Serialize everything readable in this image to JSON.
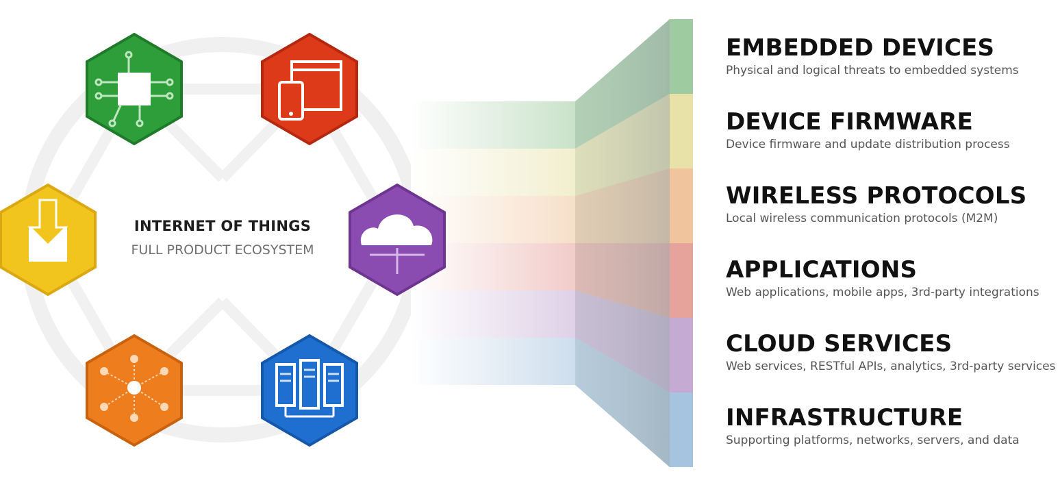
{
  "ecosystem": {
    "title": "INTERNET OF THINGS",
    "subtitle": "FULL PRODUCT ECOSYSTEM",
    "icons": [
      {
        "name": "chip-icon",
        "color": "#2e9e3a"
      },
      {
        "name": "devices-icon",
        "color": "#dd3a1a"
      },
      {
        "name": "download-chip-icon",
        "color": "#f2c41e"
      },
      {
        "name": "cloud-icon",
        "color": "#8a4cb0"
      },
      {
        "name": "network-icon",
        "color": "#ee7d1d"
      },
      {
        "name": "servers-icon",
        "color": "#1f6fd0"
      }
    ]
  },
  "layers": [
    {
      "title": "EMBEDDED DEVICES",
      "desc": "Physical and logical threats to embedded systems",
      "color": "#9ecb9f"
    },
    {
      "title": "DEVICE FIRMWARE",
      "desc": "Device firmware and update distribution process",
      "color": "#e8e2a8"
    },
    {
      "title": "WIRELESS PROTOCOLS",
      "desc": "Local wireless communication protocols (M2M)",
      "color": "#f0c49c"
    },
    {
      "title": "APPLICATIONS",
      "desc": "Web applications, mobile apps, 3rd-party integrations",
      "color": "#e6a39c"
    },
    {
      "title": "CLOUD SERVICES",
      "desc": "Web services, RESTful APIs, analytics, 3rd-party services",
      "color": "#c5abd4"
    },
    {
      "title": "INFRASTRUCTURE",
      "desc": "Supporting platforms, networks, servers, and data",
      "color": "#a6c3df"
    }
  ]
}
